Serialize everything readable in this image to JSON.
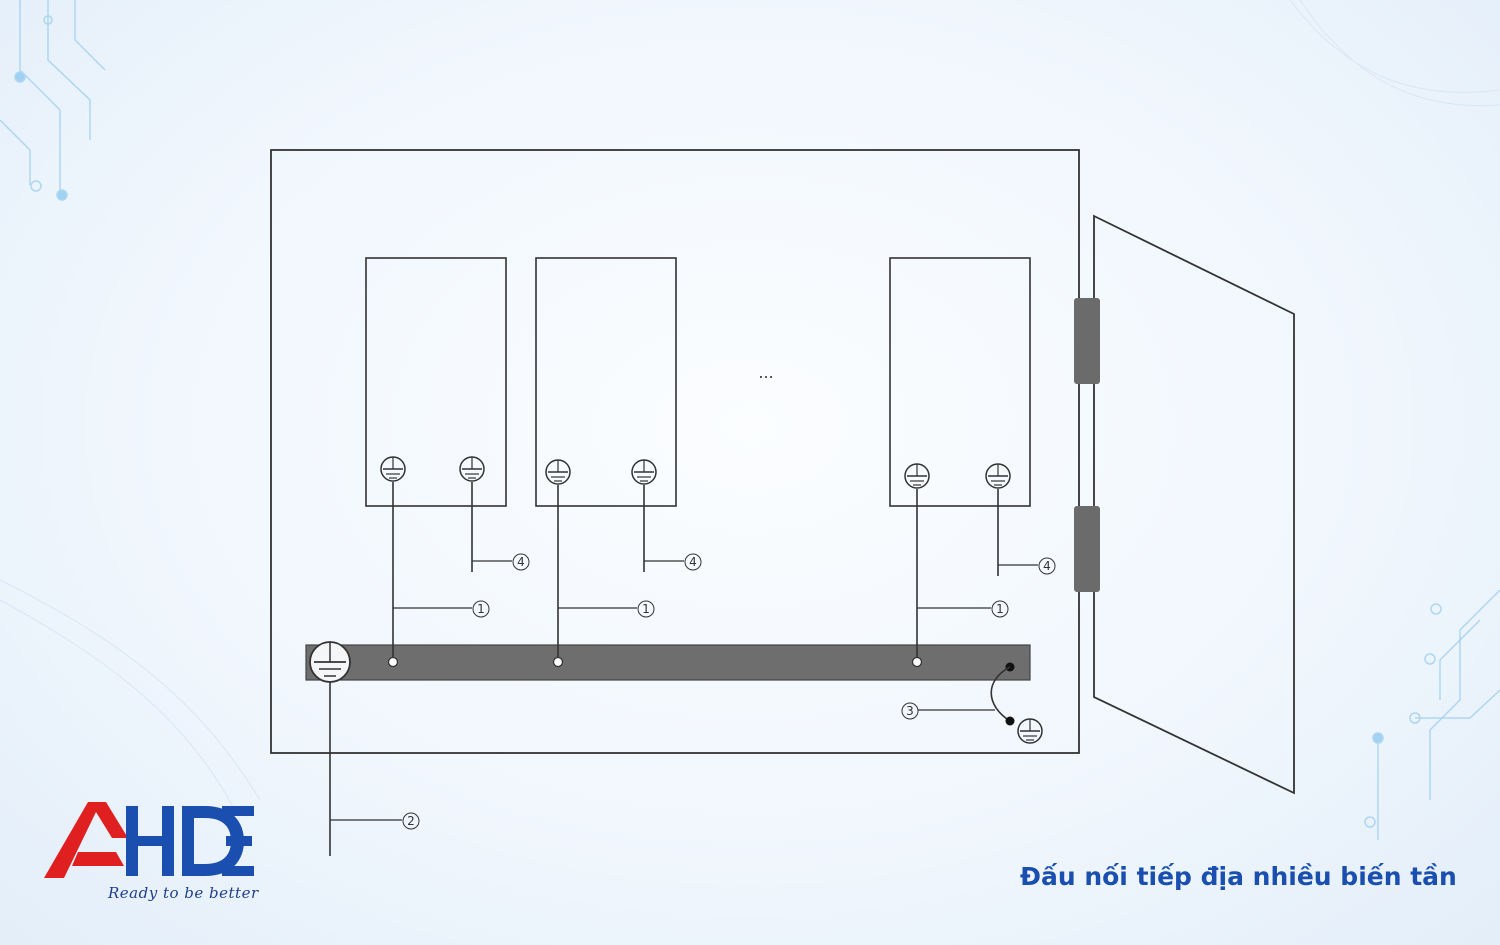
{
  "diagram": {
    "ellipsis": "...",
    "callouts": {
      "one": "①",
      "two": "②",
      "three": "③",
      "four": "④"
    }
  },
  "brand": {
    "logo_text": "AHDE",
    "tagline": "Ready to be better",
    "accent_red": "#e02020",
    "accent_blue": "#1a4fb0"
  },
  "caption": "Đấu nối tiếp địa nhiều biến tần"
}
